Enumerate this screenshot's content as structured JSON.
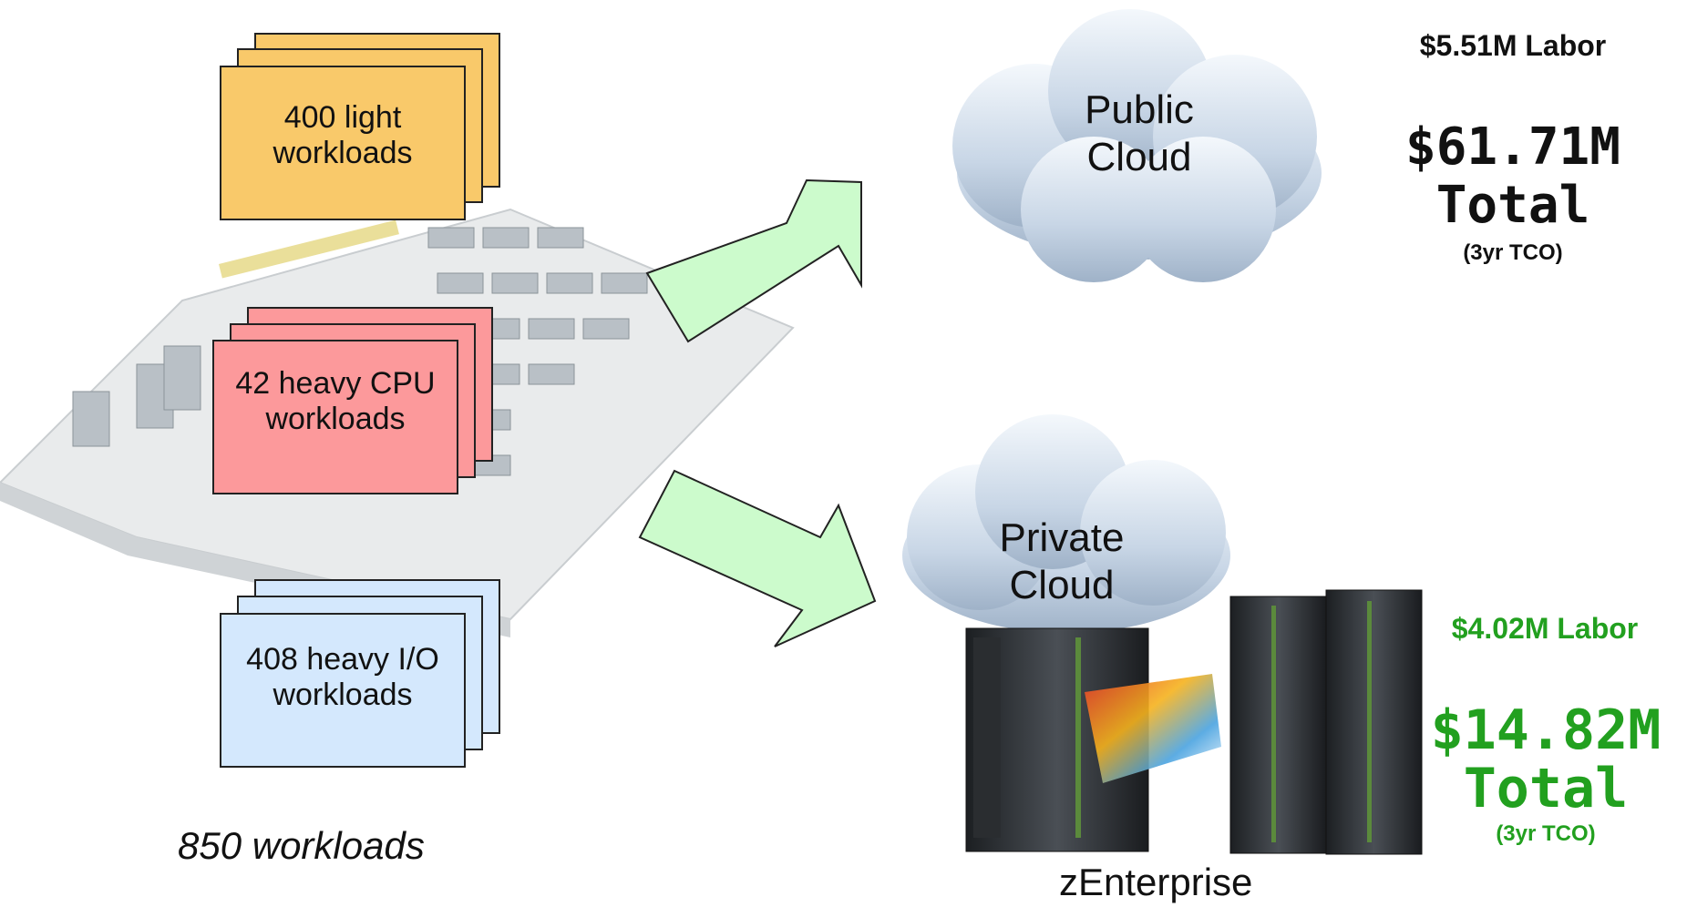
{
  "source": {
    "stacks": [
      {
        "label_line1": "400 light",
        "label_line2": "workloads",
        "color": "#f9c96a"
      },
      {
        "label_line1": "42 heavy CPU",
        "label_line2": "workloads",
        "color": "#fc999b"
      },
      {
        "label_line1": "408 heavy I/O",
        "label_line2": "workloads",
        "color": "#d4e8fd"
      }
    ],
    "total_caption": "850 workloads"
  },
  "arrow_color": "#ccfbcc",
  "public": {
    "cloud_line1": "Public",
    "cloud_line2": "Cloud",
    "labor": "$5.51M Labor",
    "total_value": "$61.71M",
    "total_word": "Total",
    "tco": "(3yr TCO)",
    "color": "#111111"
  },
  "private": {
    "cloud_line1": "Private",
    "cloud_line2": "Cloud",
    "platform": "zEnterprise",
    "labor": "$4.02M Labor",
    "total_value": "$14.82M",
    "total_word": "Total",
    "tco": "(3yr TCO)",
    "color": "#22a01f"
  }
}
